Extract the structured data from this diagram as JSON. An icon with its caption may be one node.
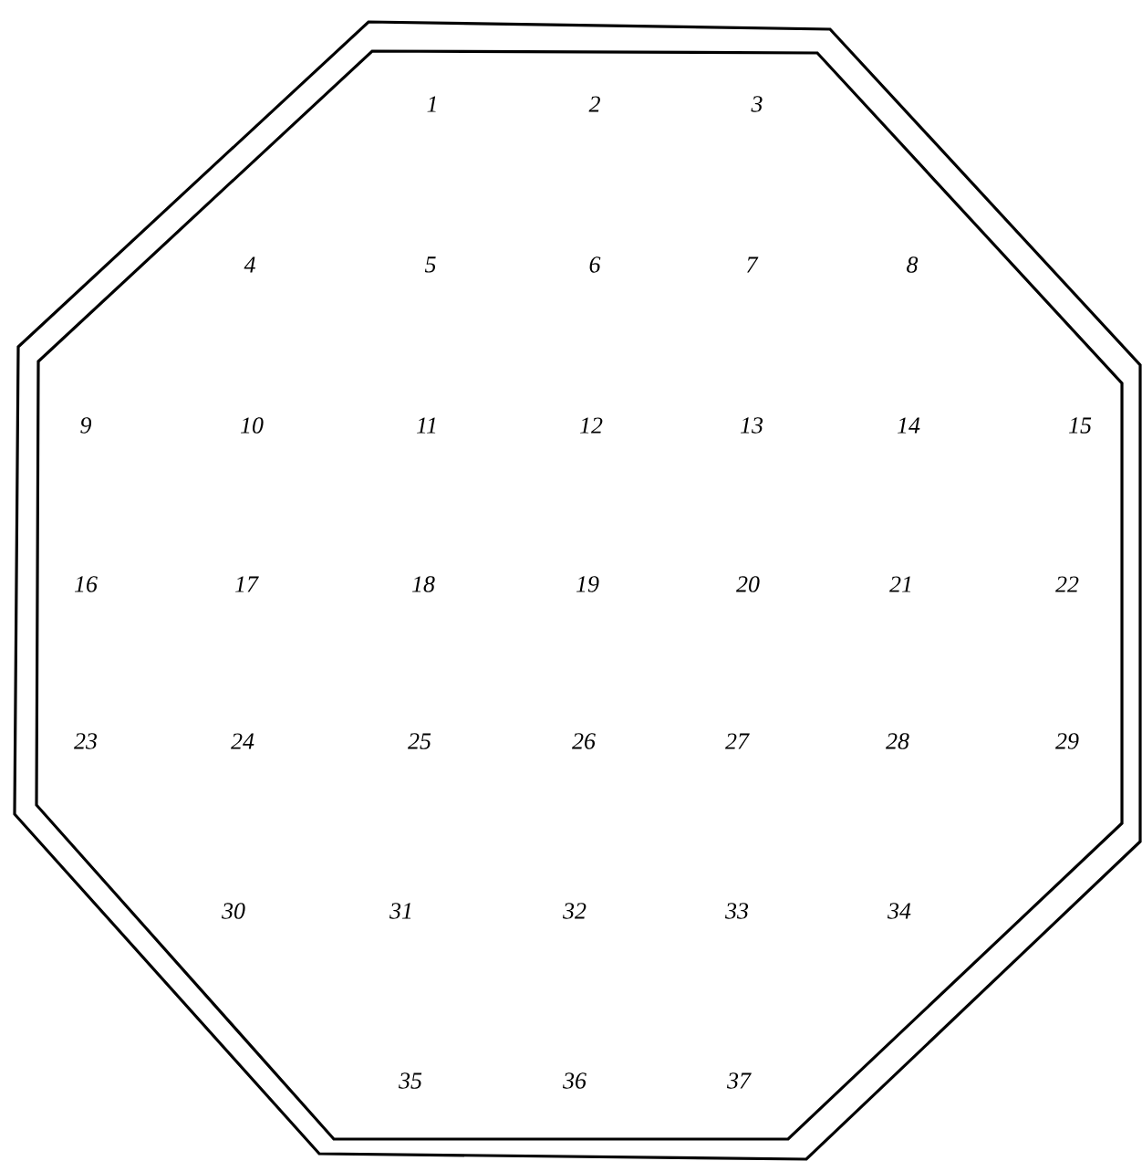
{
  "diagram": {
    "labels": [
      "1",
      "2",
      "3",
      "4",
      "5",
      "6",
      "7",
      "8",
      "9",
      "10",
      "11",
      "12",
      "13",
      "14",
      "15",
      "16",
      "17",
      "18",
      "19",
      "20",
      "21",
      "22",
      "23",
      "24",
      "25",
      "26",
      "27",
      "28",
      "29",
      "30",
      "31",
      "32",
      "33",
      "34",
      "35",
      "36",
      "37"
    ]
  }
}
